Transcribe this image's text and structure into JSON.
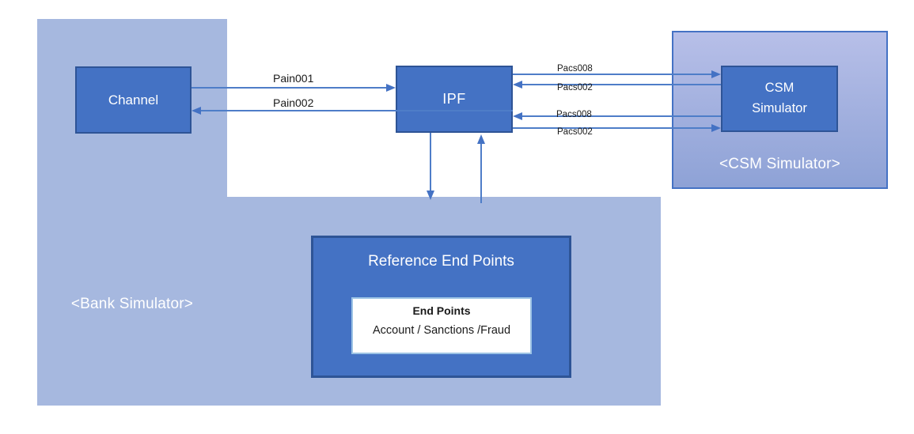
{
  "panels": {
    "bank": {
      "label": "<Bank Simulator>"
    },
    "csm": {
      "label": "<CSM Simulator>"
    },
    "reference": {
      "label": ""
    }
  },
  "nodes": {
    "channel": {
      "label": "Channel"
    },
    "ipf": {
      "label": "IPF"
    },
    "csm_simulator": {
      "label_line1": "CSM",
      "label_line2": "Simulator"
    },
    "reference_end_points": {
      "label": "Reference End Points"
    },
    "end_points": {
      "title": "End Points",
      "detail": "Account / Sanctions /Fraud"
    }
  },
  "messages": {
    "pain001": {
      "label": "Pain001",
      "from": "Channel",
      "to": "IPF"
    },
    "pain002": {
      "label": "Pain002",
      "from": "IPF",
      "to": "Channel"
    },
    "pacs008_upper": {
      "label": "Pacs008",
      "from": "IPF",
      "to": "CSM Simulator"
    },
    "pacs002_upper": {
      "label": "Pacs002",
      "from": "CSM Simulator",
      "to": "IPF"
    },
    "pacs008_lower": {
      "label": "Pacs008",
      "from": "CSM Simulator",
      "to": "IPF"
    },
    "pacs002_lower": {
      "label": "Pacs002",
      "from": "IPF",
      "to": "CSM Simulator"
    },
    "ipf_to_reference": {
      "label": "",
      "from": "IPF",
      "to": "Reference End Points"
    },
    "reference_to_ipf": {
      "label": "",
      "from": "Reference End Points",
      "to": "IPF"
    }
  },
  "colors": {
    "panel_fill": "#A6B8DF",
    "node_fill": "#4472C4",
    "node_border": "#2E5496",
    "connector": "#4E7DC8",
    "csm_gradient_top": "#B7BFE8",
    "csm_gradient_bottom": "#8EA2D6",
    "endpoints_border": "#9CC3E5"
  }
}
